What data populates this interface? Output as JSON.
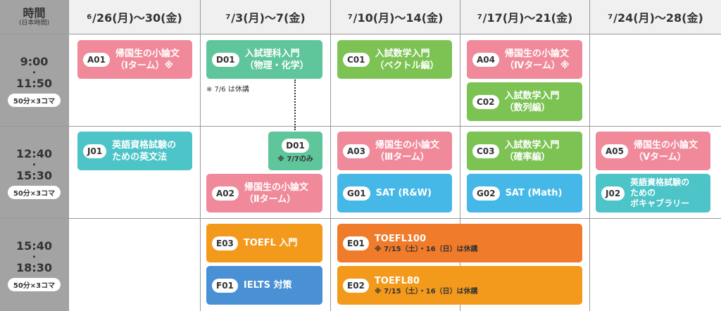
{
  "header": {
    "time_title": "時間",
    "time_sub": "(日本時間)",
    "weeks": [
      {
        "sup": "6",
        "text": "/26(月)～30(金)"
      },
      {
        "sup": "7",
        "text": "/3(月)～7(金)"
      },
      {
        "sup": "7",
        "text": "/10(月)～14(金)"
      },
      {
        "sup": "7",
        "text": "/17(月)～21(金)"
      },
      {
        "sup": "7",
        "text": "/24(月)～28(金)"
      }
    ]
  },
  "slots": [
    {
      "start": "9:00",
      "dot": "・",
      "end": "11:50",
      "pill": "50分×3コマ"
    },
    {
      "start": "12:40",
      "dot": "・",
      "end": "15:30",
      "pill": "50分×3コマ"
    },
    {
      "start": "15:40",
      "dot": "・",
      "end": "18:30",
      "pill": "50分×3コマ"
    }
  ],
  "courses": {
    "A01": {
      "code": "A01",
      "line1": "帰国生の小論文",
      "line2": "（Ⅰターム）※"
    },
    "D01": {
      "code": "D01",
      "line1": "入試理科入門",
      "line2": "（物理・化学）"
    },
    "D01_note": "※ 7/6 は休講",
    "C01": {
      "code": "C01",
      "line1": "入試数学入門",
      "line2": "（ベクトル編）"
    },
    "A04": {
      "code": "A04",
      "line1": "帰国生の小論文",
      "line2": "（Ⅳターム）※"
    },
    "C02": {
      "code": "C02",
      "line1": "入試数学入門",
      "line2": "（数列編）"
    },
    "J01": {
      "code": "J01",
      "line1": "英語資格試験の",
      "line2": "ための英文法"
    },
    "D01b": {
      "code": "D01",
      "line1": "※ 7/7のみ"
    },
    "A02": {
      "code": "A02",
      "line1": "帰国生の小論文",
      "line2": "（Ⅱターム）"
    },
    "A03": {
      "code": "A03",
      "line1": "帰国生の小論文",
      "line2": "（Ⅲターム）"
    },
    "G01": {
      "code": "G01",
      "line1": "SAT (R&W)"
    },
    "C03": {
      "code": "C03",
      "line1": "入試数学入門",
      "line2": "（確率編）"
    },
    "G02": {
      "code": "G02",
      "line1": "SAT (Math)"
    },
    "A05": {
      "code": "A05",
      "line1": "帰国生の小論文",
      "line2": "（Ⅴターム）"
    },
    "J02": {
      "code": "J02",
      "line1": "英語資格試験の",
      "line2": "ための",
      "line3": "ボキャブラリー"
    },
    "E03": {
      "code": "E03",
      "line1": "TOEFL 入門"
    },
    "F01": {
      "code": "F01",
      "line1": "IELTS 対策"
    },
    "E01": {
      "code": "E01",
      "line1": "TOEFL100",
      "note": "※ 7/15（土）・16（日）は休講"
    },
    "E02": {
      "code": "E02",
      "line1": "TOEFL80",
      "note": "※ 7/15（土）・16（日）は休講"
    }
  },
  "colors": {
    "pink": "#f08a9a",
    "green": "#5fc59a",
    "lime": "#7cc353",
    "teal": "#4cc4c8",
    "sky": "#45b8e8",
    "orange": "#f39a1c",
    "deeporange": "#f07b2a",
    "blue": "#4a90d4",
    "time_column": "#a3a3a3",
    "header_bg": "#f0f0f0"
  }
}
